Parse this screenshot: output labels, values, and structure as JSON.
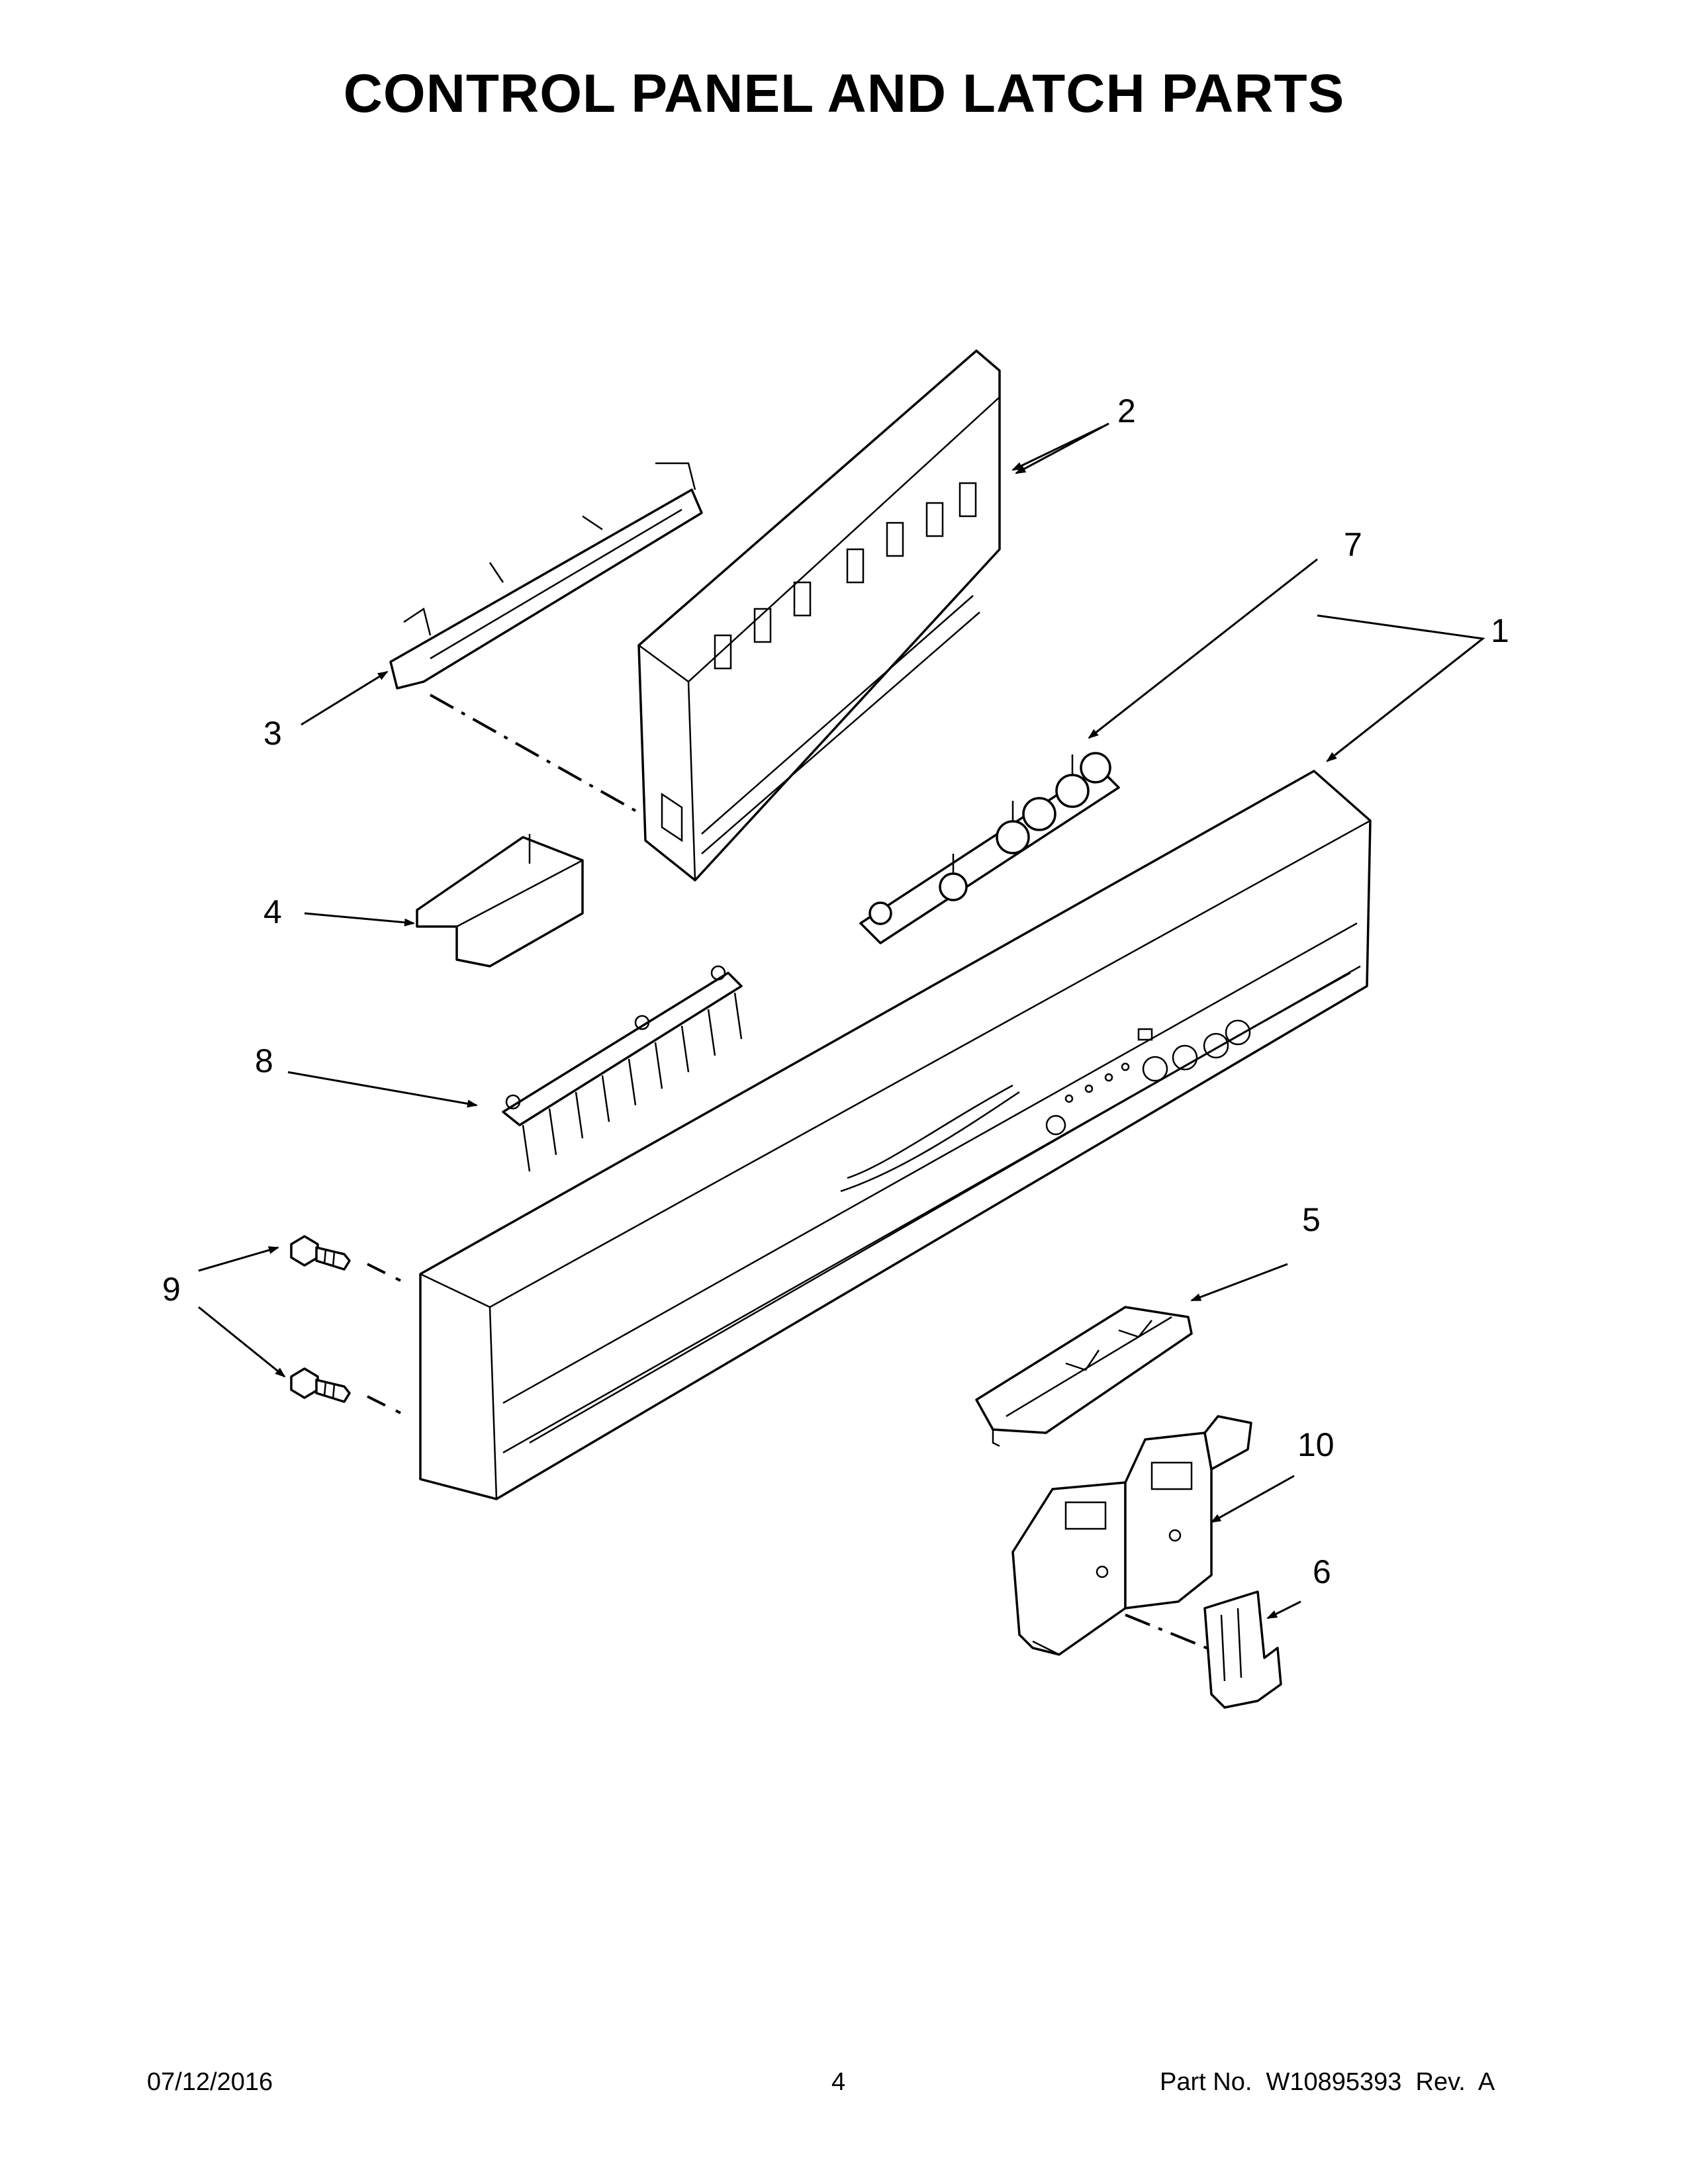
{
  "title": "CONTROL PANEL AND LATCH PARTS",
  "callouts": [
    "1",
    "2",
    "3",
    "4",
    "5",
    "6",
    "7",
    "8",
    "9",
    "10"
  ],
  "footer": {
    "date": "07/12/2016",
    "page": "4",
    "part_no": "Part No.  W10895393  Rev.  A"
  }
}
